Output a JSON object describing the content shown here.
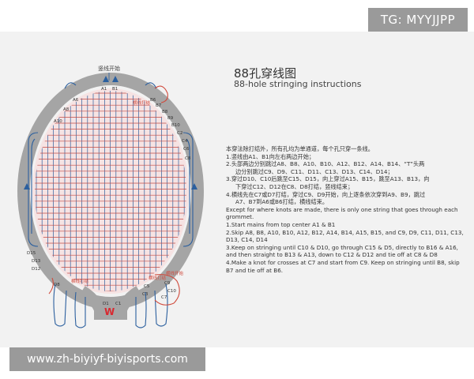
{
  "watermark_top": "TG: MYYJJPP",
  "watermark_bottom": "www.zh-biyiyf-biyisports.com",
  "title_zh": "88孔穿线图",
  "title_en": "88-hole stringing instructions",
  "diagram_labels": {
    "mains_start": "竖线开始",
    "A1": "A1",
    "B1": "B1",
    "A6": "A6",
    "A8": "A8",
    "A10": "A10",
    "B6": "B6",
    "B7": "B7",
    "B8": "B8",
    "B9": "B9",
    "B10": "B10",
    "C2": "C2",
    "C3": "C3",
    "C4": "C4",
    "C5": "C5",
    "C6": "C6",
    "C7": "C7",
    "C8": "C8",
    "C9": "C9",
    "C10": "C10",
    "D1": "D1",
    "D8": "D8",
    "D12": "D12",
    "D13": "D13",
    "D15": "D15",
    "C1": "C1",
    "knot_top": "横线打结",
    "knot_bl": "横线打结",
    "knot_br": "横线打结",
    "crosses_start": "横线开始",
    "logo": "W"
  },
  "instructions_zh": [
    "本穿法除打结外，所有孔均为单通道，每个孔只穿一条线。",
    "1.竖线由A1、B1向左右两边开始；",
    "2.头部两边分别跳过A8、B8、A10、B10、A12、B12、A14、B14、“T”头两",
    "边分别跳过C9、D9、C11、D11、C13、D13、C14、D14；",
    "3.穿过D10、C10后跳至C15、D15，向上穿过A15、B15，跳至A13、B13，向",
    "下穿过C12、D12在C8、D8打结，竖线结束；",
    "4.横线先在C7或D7打结，穿过C9、D9开始，向上逐条依次穿到A9、B9，跳过",
    "A7、B7到A6或B6打结，横线结束。"
  ],
  "instructions_en": [
    "Except for where knots are made, there is only one string that goes through each grommet.",
    "1.Start mains from top center A1 & B1",
    "2.Skip A8, B8, A10, B10, A12, B12, A14, B14, A15, B15, and C9, D9, C11, D11, C13, D13, C14, D14",
    "3.Keep on stringing until C10 & D10, go through C15 & D5, directly to B16 & A16, and then straight to B13 & A13, down to C12 & D12 and tie off at C8 & D8",
    "4.Make a knot for crosses at C7 and start from C9. Keep on stringing until B8, skip B7 and tie off at B6."
  ],
  "colors": {
    "frame": "#9e9e9e",
    "strings_main": "#2b5f9e",
    "strings_cross": "#c24a45",
    "stringbed_bg": "#f6e3e3",
    "knot": "#d04a3c",
    "logo": "#d9282f"
  }
}
